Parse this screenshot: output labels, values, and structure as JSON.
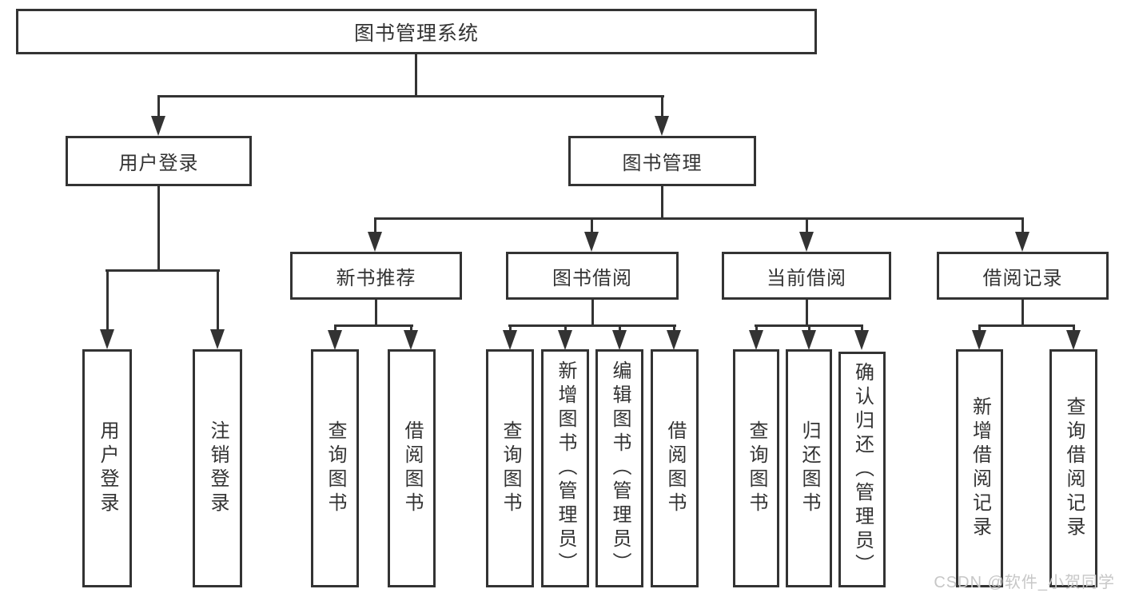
{
  "root": {
    "label": "图书管理系统"
  },
  "branches": {
    "user_login": {
      "label": "用户登录",
      "children": [
        "用户登录",
        "注销登录"
      ]
    },
    "book_management": {
      "label": "图书管理",
      "children": {
        "new_books": {
          "label": "新书推荐",
          "children": [
            "查询图书",
            "借阅图书"
          ]
        },
        "book_borrowing": {
          "label": "图书借阅",
          "children": [
            "查询图书",
            "新增图书（管理员）",
            "编辑图书（管理员）",
            "借阅图书"
          ]
        },
        "current_borrowing": {
          "label": "当前借阅",
          "children": [
            "查询图书",
            "归还图书",
            "确认归还（管理员）"
          ]
        },
        "borrowing_records": {
          "label": "借阅记录",
          "children": [
            "新增借阅记录",
            "查询借阅记录"
          ]
        }
      }
    }
  },
  "watermark": "CSDN @软件_小贺同学",
  "colors": {
    "line": "#333333",
    "box_background": "#ffffff",
    "text": "#333333",
    "watermark": "#c7c7c7"
  }
}
